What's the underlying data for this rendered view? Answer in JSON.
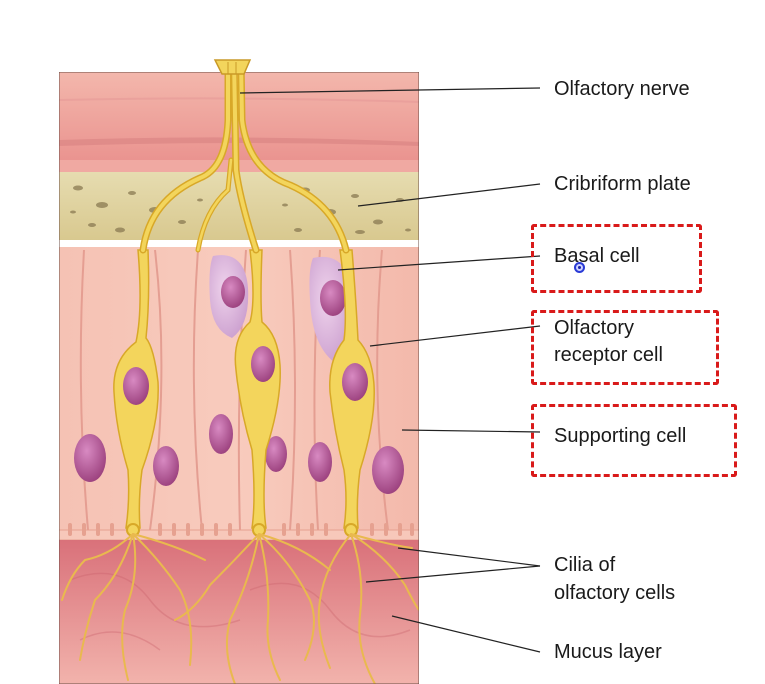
{
  "labels": {
    "olfactory_nerve": "Olfactory nerve",
    "cribriform_plate": "Cribriform plate",
    "basal_cell": "Basal cell",
    "olfactory_receptor_cell_line1": "Olfactory",
    "olfactory_receptor_cell_line2": "receptor cell",
    "supporting_cell": "Supporting cell",
    "cilia_line1": "Cilia of",
    "cilia_line2": "olfactory cells",
    "mucus_layer": "Mucus layer"
  },
  "highlighted_labels": [
    "Basal cell",
    "Olfactory receptor cell",
    "Supporting cell"
  ],
  "colors": {
    "highlight_dash": "#d91a1a",
    "cursor": "#2a3bd6",
    "receptor_cell": "#f2d25a",
    "supporting_cell": "#f3b3a5",
    "nucleus": "#b0508e",
    "bone": "#e2d6a5",
    "mucus": "#dd8a88"
  },
  "icons": {
    "cursor": "cursor-dot-icon"
  }
}
